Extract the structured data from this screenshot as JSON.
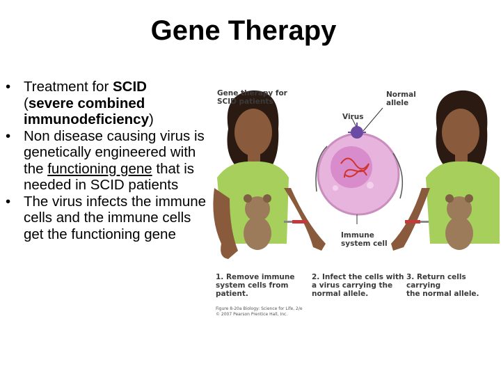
{
  "slide": {
    "title": "Gene Therapy"
  },
  "bullets": {
    "b1": {
      "prefix": "Treatment for ",
      "bold1": "SCID",
      "paren_open": "(",
      "bold2": "severe combined immunodeficiency",
      "paren_close": ")"
    },
    "b2": {
      "text1": "Non disease causing virus is genetically engineered with the ",
      "underlined": "functioning gene",
      "text2": " that is needed in SCID patients"
    },
    "b3": {
      "text": "The virus infects the immune cells and the immune cells get the functioning gene"
    },
    "bullet_char": "•"
  },
  "figure": {
    "heading_line1": "Gene therapy for",
    "heading_line2": "SCID patients",
    "label_normal_allele_1": "Normal",
    "label_normal_allele_2": "allele",
    "label_virus": "Virus",
    "label_immune_1": "Immune",
    "label_immune_2": "system cell",
    "step1_l1": "1. Remove immune",
    "step1_l2": "system cells from",
    "step1_l3": "patient.",
    "step2_l1": "2. Infect the cells with",
    "step2_l2": "a virus carrying the",
    "step2_l3": "normal allele.",
    "step3_l1": "3. Return cells carrying",
    "step3_l2": "the normal allele.",
    "credit_l1": "Figure 8-20a Biology: Science for Life, 2/e",
    "credit_l2": "© 2007 Pearson Prentice Hall, Inc.",
    "colors": {
      "shirt": "#a6cf5b",
      "skin": "#8a5a3c",
      "hair": "#2a1a12",
      "cell": "#e6b4dd",
      "nucleus": "#d98ccc",
      "dna": "#d0342c",
      "virus": "#6b4aa3",
      "bear": "#9b7b5a"
    }
  }
}
